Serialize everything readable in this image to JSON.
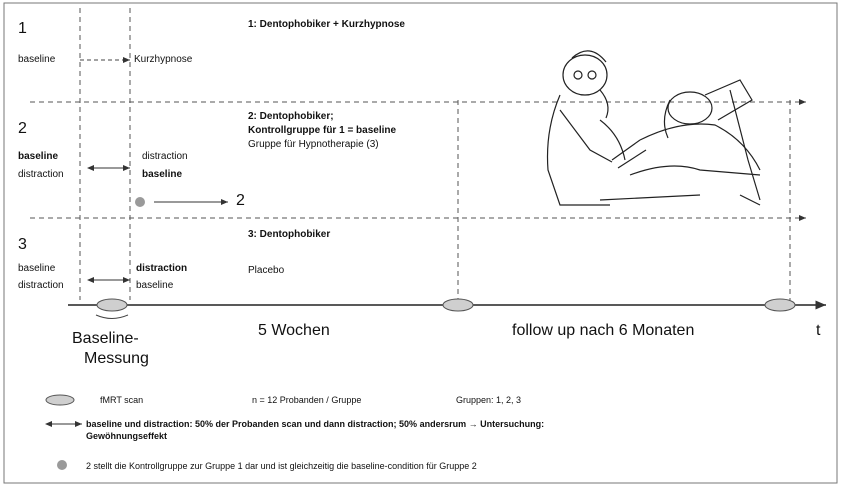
{
  "group1": {
    "number": "1",
    "header": "1: Dentophobiker + Kurzhypnose",
    "baseline": "baseline",
    "intervention": "Kurzhypnose"
  },
  "group2": {
    "number": "2",
    "header_lines": [
      "2: Dentophobiker;",
      "Kontrollgruppe für 1 = baseline",
      "Gruppe für Hypnotherapie (3)"
    ],
    "left_labels": [
      "baseline",
      "distraction"
    ],
    "right_labels": [
      "distraction",
      "baseline"
    ],
    "arrow_target": "2"
  },
  "group3": {
    "number": "3",
    "header": "3: Dentophobiker",
    "left_labels": [
      "baseline",
      "distraction"
    ],
    "right_labels": [
      "distraction",
      "baseline"
    ],
    "placebo": "Placebo"
  },
  "timeline": {
    "baseline_lines": [
      "Baseline-",
      "Messung"
    ],
    "weeks": "5 Wochen",
    "followup": "follow up nach 6 Monaten",
    "t_label": "t"
  },
  "legend": {
    "scan_label": "fMRT scan",
    "n_label": "n = 12 Probanden / Gruppe",
    "groups_label": "Gruppen: 1, 2, 3",
    "arrow_line1": "baseline und distraction: 50% der Probanden scan und dann distraction; 50% andersrum → Untersuchung:",
    "arrow_line2": "Gewöhnungseffekt",
    "dot_label": "2 stellt die Kontrollgruppe zur Gruppe 1 dar und ist gleichzeitig die baseline-condition für Gruppe 2"
  },
  "colors": {
    "line": "#444444",
    "dashed": "#555555",
    "ellipse_fill": "#cfcfcf",
    "dot": "#9a9a9a"
  },
  "illustration": "dentist-cartoon-icon"
}
